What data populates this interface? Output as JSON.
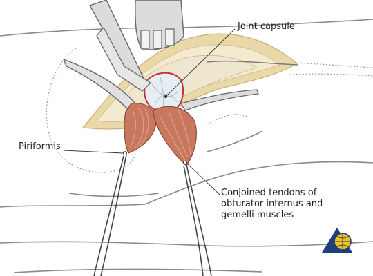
{
  "labels": {
    "joint_capsule": "Joint capsule",
    "piriformis": "Piriformis",
    "conjoined": [
      "Conjoined tendons of",
      "obturator internus and",
      "gemelli muscles"
    ]
  },
  "colors": {
    "outline": "#7a7a7a",
    "fat": "#e9d9a8",
    "fat_outline": "#c9b07a",
    "muscle": "#c97860",
    "muscle_light": "#e4a892",
    "capsule": "#e6eef2",
    "capsule_border": "#c0303a",
    "retractor": "#dcdcdc",
    "logo_blue": "#1f3f7a",
    "logo_yellow": "#f2c21b"
  },
  "icons": {
    "logo": "globe-triangle-logo"
  }
}
